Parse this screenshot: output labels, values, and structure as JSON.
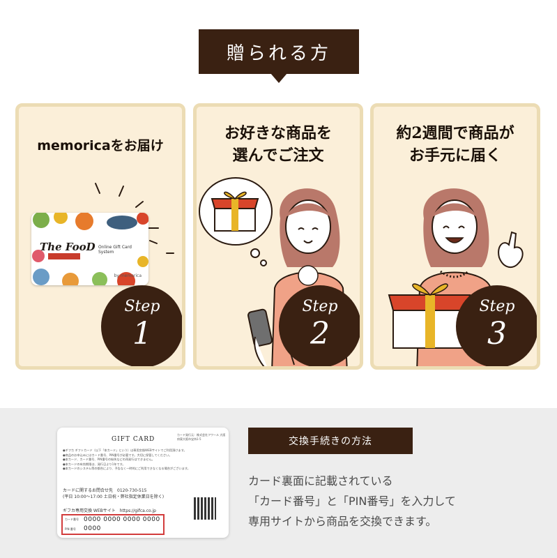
{
  "banner": {
    "title": "贈られる方"
  },
  "steps": [
    {
      "title": "memoricaをお届け",
      "step_word": "Step",
      "number": "1"
    },
    {
      "title": "お好きな商品を\n選んでご注文",
      "step_word": "Step",
      "number": "2"
    },
    {
      "title": "約2週間で商品が\nお手元に届く",
      "step_word": "Step",
      "number": "3"
    }
  ],
  "food_card": {
    "logo": "The FooD",
    "subtitle": "Online Gift Card System",
    "brand": "by memorica"
  },
  "gift_card": {
    "title": "GIFT CARD",
    "company": "カード発行元：株式会社フワール 大阪府東大阪市宝持1-5",
    "notes": "●ギフカ ギフトカード（以下「本カード」という）は専用交換WEBサイトでご利用頂けます。\n●商品のお申込みにはカード番号、PIN番号が必要です。大切に保管してください。\n●本カード、カード番号、PIN番号の紛失などの再発行はできません。\n●本カードの有効期限は、発行日より1年です。\n●本カードのシステム等の都合により、予告なく一時的にご利用できなくなる場合がございます。",
    "contact": "カードに関するお問合せ先　0120-730-515\n(平日 10:00～17:00 土日祝・弊社指定休業日を除く)",
    "web": "ギフカ専用交換 WEBサイト　https://gifca.co.jp",
    "card_no_label": "カード番号",
    "card_no": "0000 0000 0000 0000",
    "pin_label": "PIN 番号",
    "pin": "0000"
  },
  "exchange": {
    "heading": "交換手続きの方法",
    "description": "カード裏面に記載されている\n「カード番号」と「PIN番号」を入力して\n専用サイトから商品を交換できます。"
  },
  "colors": {
    "dark_brown": "#3a2112",
    "card_bg": "#fbefd9",
    "card_border": "#ecdcb4",
    "box_red": "#d8452a",
    "ribbon_gold": "#e8b528",
    "sweater": "#f0a287"
  }
}
